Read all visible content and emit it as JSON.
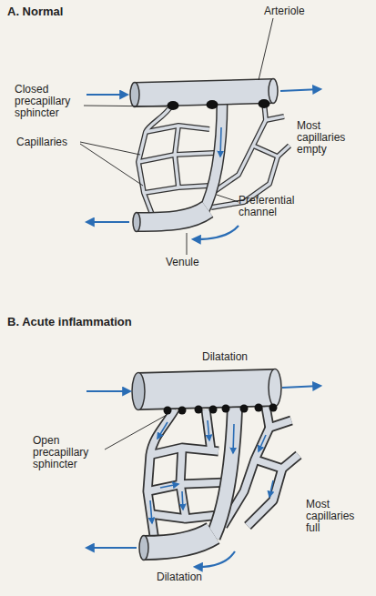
{
  "diagram": {
    "labels": [
      "A. Normal",
      "Arteriole",
      "Closed precapillary sphincter",
      "Capillaries",
      "Most capillaries empty",
      "Preferential channel",
      "Venule",
      "B. Acute inflammation",
      "Dilatation",
      "Open precapillary sphincter",
      "Most capillaries full",
      "Dilatation"
    ]
  }
}
